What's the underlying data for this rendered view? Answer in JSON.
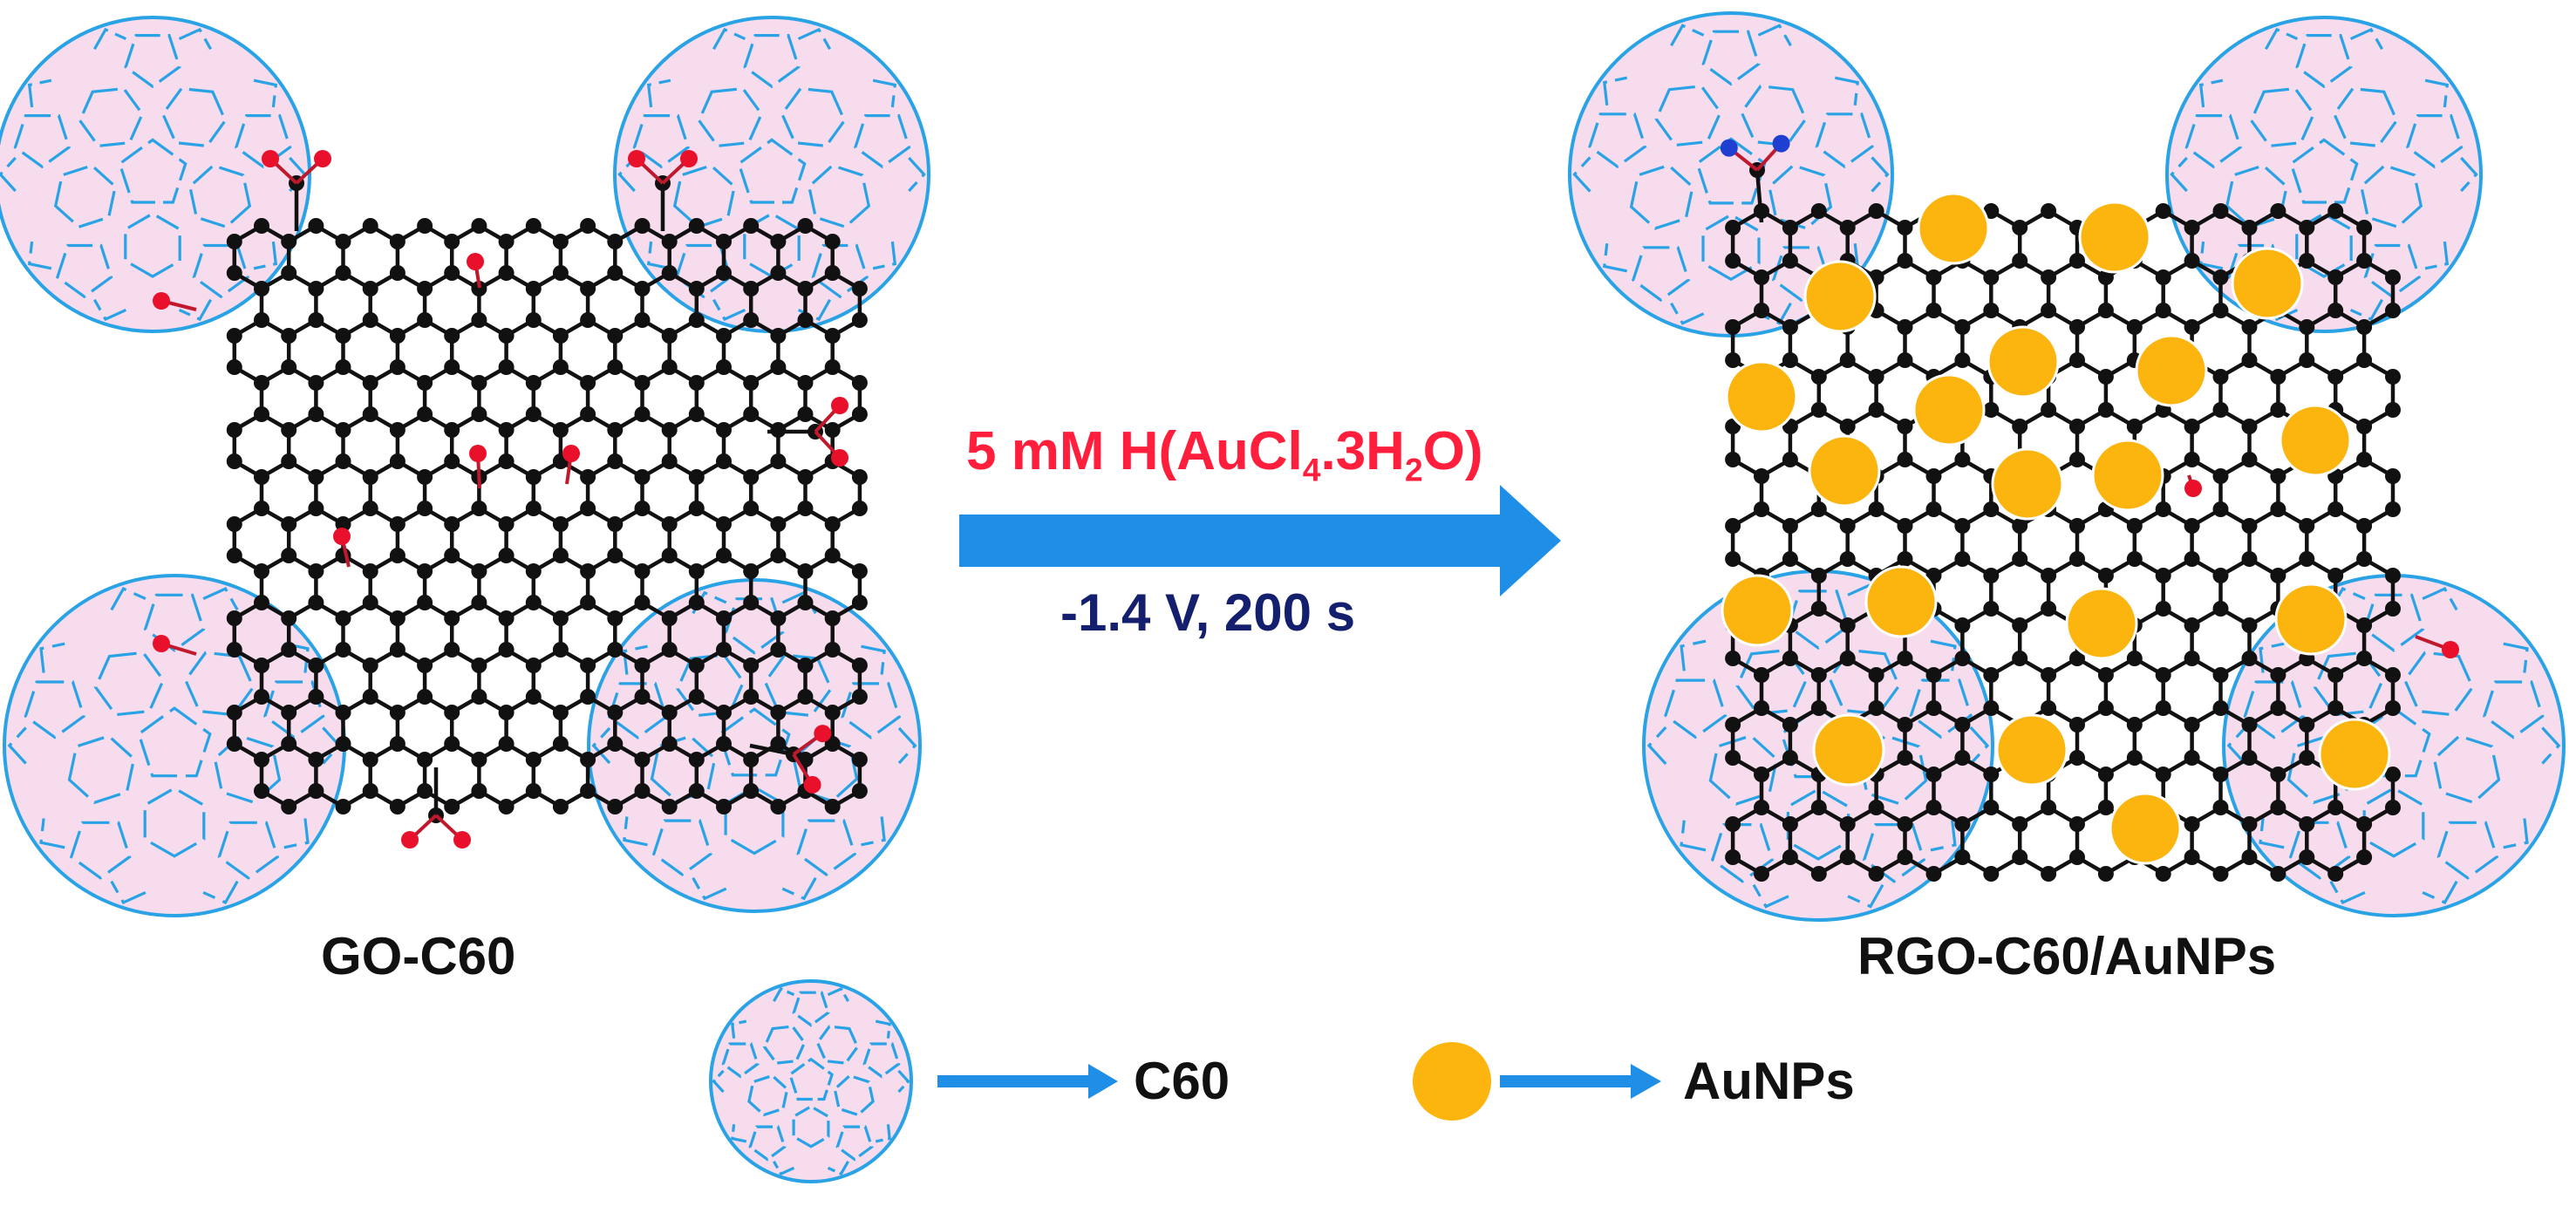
{
  "colors": {
    "sheet_atom": "#111111",
    "oxygen": "#e8102a",
    "nitrogen": "#1f3fd0",
    "fullerene_fill": "#f6dcec",
    "fullerene_stroke": "#29a3e6",
    "gold": "#fcb40f",
    "arrow": "#1f8ee6",
    "condition_color": "#ff1f3d",
    "step_color": "#14206e"
  },
  "labels": {
    "left_product": "GO-C60",
    "right_product": "RGO-C60/AuNPs",
    "reagent_prefix": "5 mM H(AuCl",
    "reagent_sub1": "4",
    "reagent_mid": ".3H",
    "reagent_sub2": "2",
    "reagent_suffix": "O)",
    "condition": "-1.4 V, 200 s",
    "legend_c60": "C60",
    "legend_aunps": "AuNPs"
  },
  "icons": {
    "fullerene": "fullerene-icon",
    "gold_nanoparticle": "gold-nanoparticle-icon",
    "arrow": "arrow-right-icon"
  }
}
